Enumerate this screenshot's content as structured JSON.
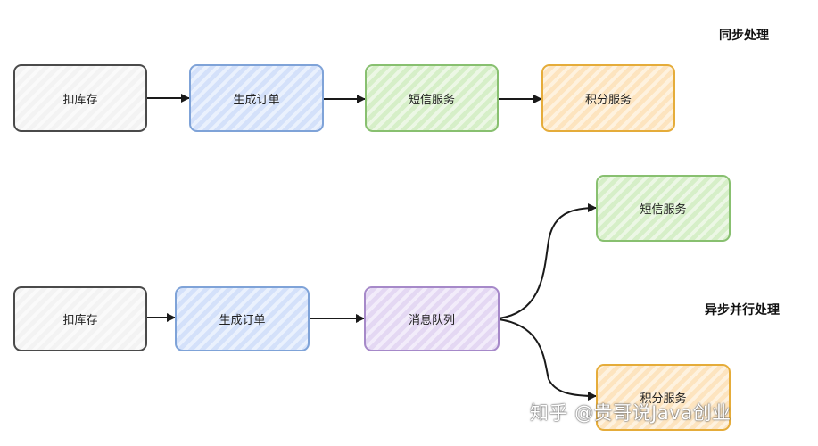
{
  "captions": {
    "sync": "同步处理",
    "async": "异步并行处理"
  },
  "sync_flow": {
    "deduct_stock": "扣库存",
    "create_order": "生成订单",
    "sms_service": "短信服务",
    "points_service": "积分服务"
  },
  "async_flow": {
    "deduct_stock": "扣库存",
    "create_order": "生成订单",
    "message_queue": "消息队列",
    "sms_service": "短信服务",
    "points_service": "积分服务"
  },
  "watermark": "知乎 @贵哥说Java创业",
  "colors": {
    "stroke": "#1a1a1a",
    "gray": "#4a4a4a",
    "blue": "#7fa3d8",
    "green": "#88c070",
    "orange": "#e5ac3a",
    "purple": "#a689c9"
  }
}
